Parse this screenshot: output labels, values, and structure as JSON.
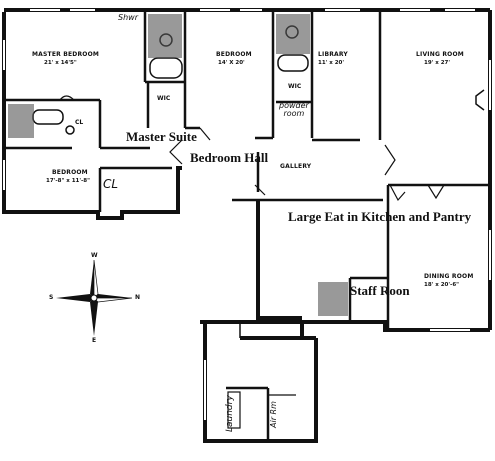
{
  "rooms": {
    "master_bedroom": {
      "name": "MASTER BEDROOM",
      "dims": "21' x 14'5\""
    },
    "bedroom_2": {
      "name": "BEDROOM",
      "dims": "14' X 20'"
    },
    "library": {
      "name": "LIBRARY",
      "dims": "11' x 20'"
    },
    "living_room": {
      "name": "LIVING ROOM",
      "dims": "19' x 27'"
    },
    "bedroom_3": {
      "name": "BEDROOM",
      "dims": "17'-8\" x 11'-8\""
    },
    "dining_room": {
      "name": "DINING ROOM",
      "dims": "18' x 20'-6\""
    },
    "gallery": "GALLERY",
    "wic_1": "WIC",
    "wic_2": "WIC",
    "closet_1": "CL",
    "closet_2": "CL",
    "powder_room": "powder\nroom",
    "shower": "Shwr",
    "laundry": "Laundry",
    "air_room": "Air Rm"
  },
  "annotations": {
    "master_suite": "Master Suite",
    "bedroom_hall": "Bedroom Hall",
    "kitchen": "Large Eat in Kitchen and Pantry",
    "staff_room": "Staff Roon"
  },
  "compass": {
    "top": "W",
    "bottom": "E",
    "left": "S",
    "right": "N"
  }
}
